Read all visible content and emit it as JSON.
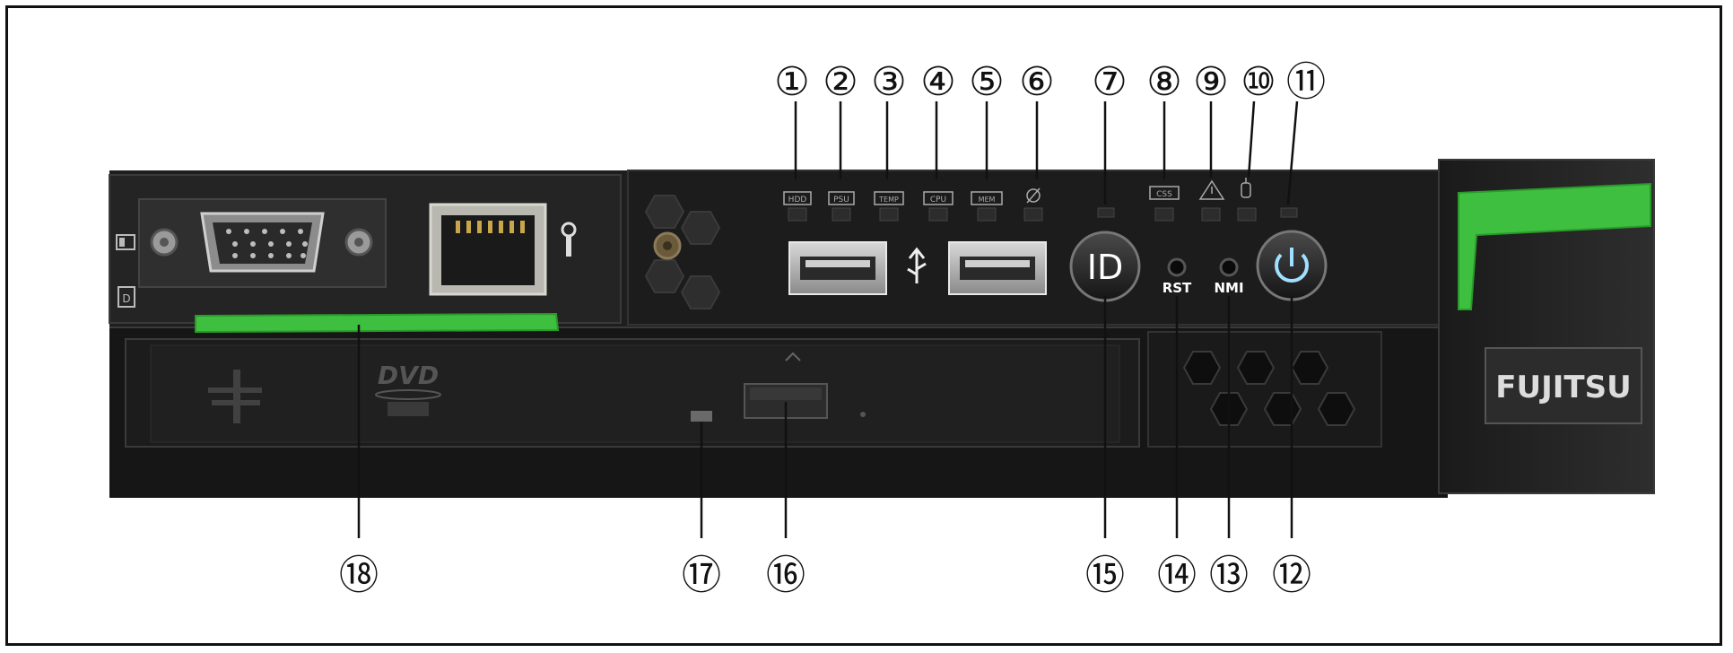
{
  "brand": "FUJITSU",
  "led_labels": {
    "hdd": "HDD",
    "psu": "PSU",
    "temp": "TEMP",
    "cpu": "CPU",
    "mem": "MEM",
    "css": "CSS"
  },
  "button_labels": {
    "id": "ID",
    "rst": "RST",
    "nmi": "NMI"
  },
  "dvd": {
    "logo": "DVD"
  },
  "callouts_top": [
    "①",
    "②",
    "③",
    "④",
    "⑤",
    "⑥",
    "⑦",
    "⑧",
    "⑨",
    "⑩",
    "⑪"
  ],
  "callouts_bottom": {
    "c18": "⑱",
    "c17": "⑰",
    "c16": "⑯",
    "c15": "⑮",
    "c14": "⑭",
    "c13": "⑬",
    "c12": "⑫"
  },
  "colors": {
    "accent_green": "#3fbf3f",
    "chassis": "#1c1c1c",
    "panel": "#262626"
  }
}
